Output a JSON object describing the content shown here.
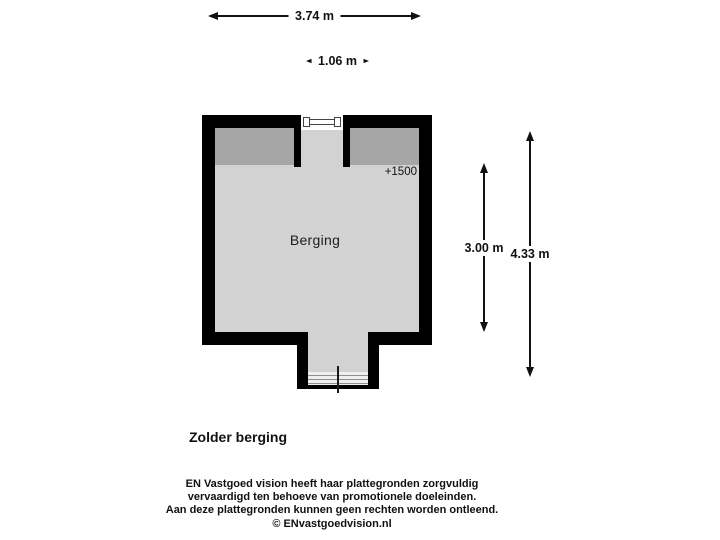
{
  "plan": {
    "room_label": "Berging",
    "level_marker": "+1500",
    "dimensions": {
      "total_width": "3.74 m",
      "stair_width": "1.06 m",
      "inner_depth": "3.00 m",
      "total_depth": "4.33 m"
    },
    "colors": {
      "wall": "#000000",
      "floor": "#d2d2d2",
      "low_headroom_zone": "#a6a6a6",
      "stairs": "#efefef",
      "background": "#ffffff"
    }
  },
  "title": "Zolder berging",
  "disclaimer": {
    "line1": "EN Vastgoed vision heeft haar plattegronden zorgvuldig",
    "line2": "vervaardigd ten behoeve van promotionele doeleinden.",
    "line3": "Aan deze plattegronden kunnen geen rechten worden ontleend.",
    "copyright": "© ENvastgoedvision.nl"
  }
}
